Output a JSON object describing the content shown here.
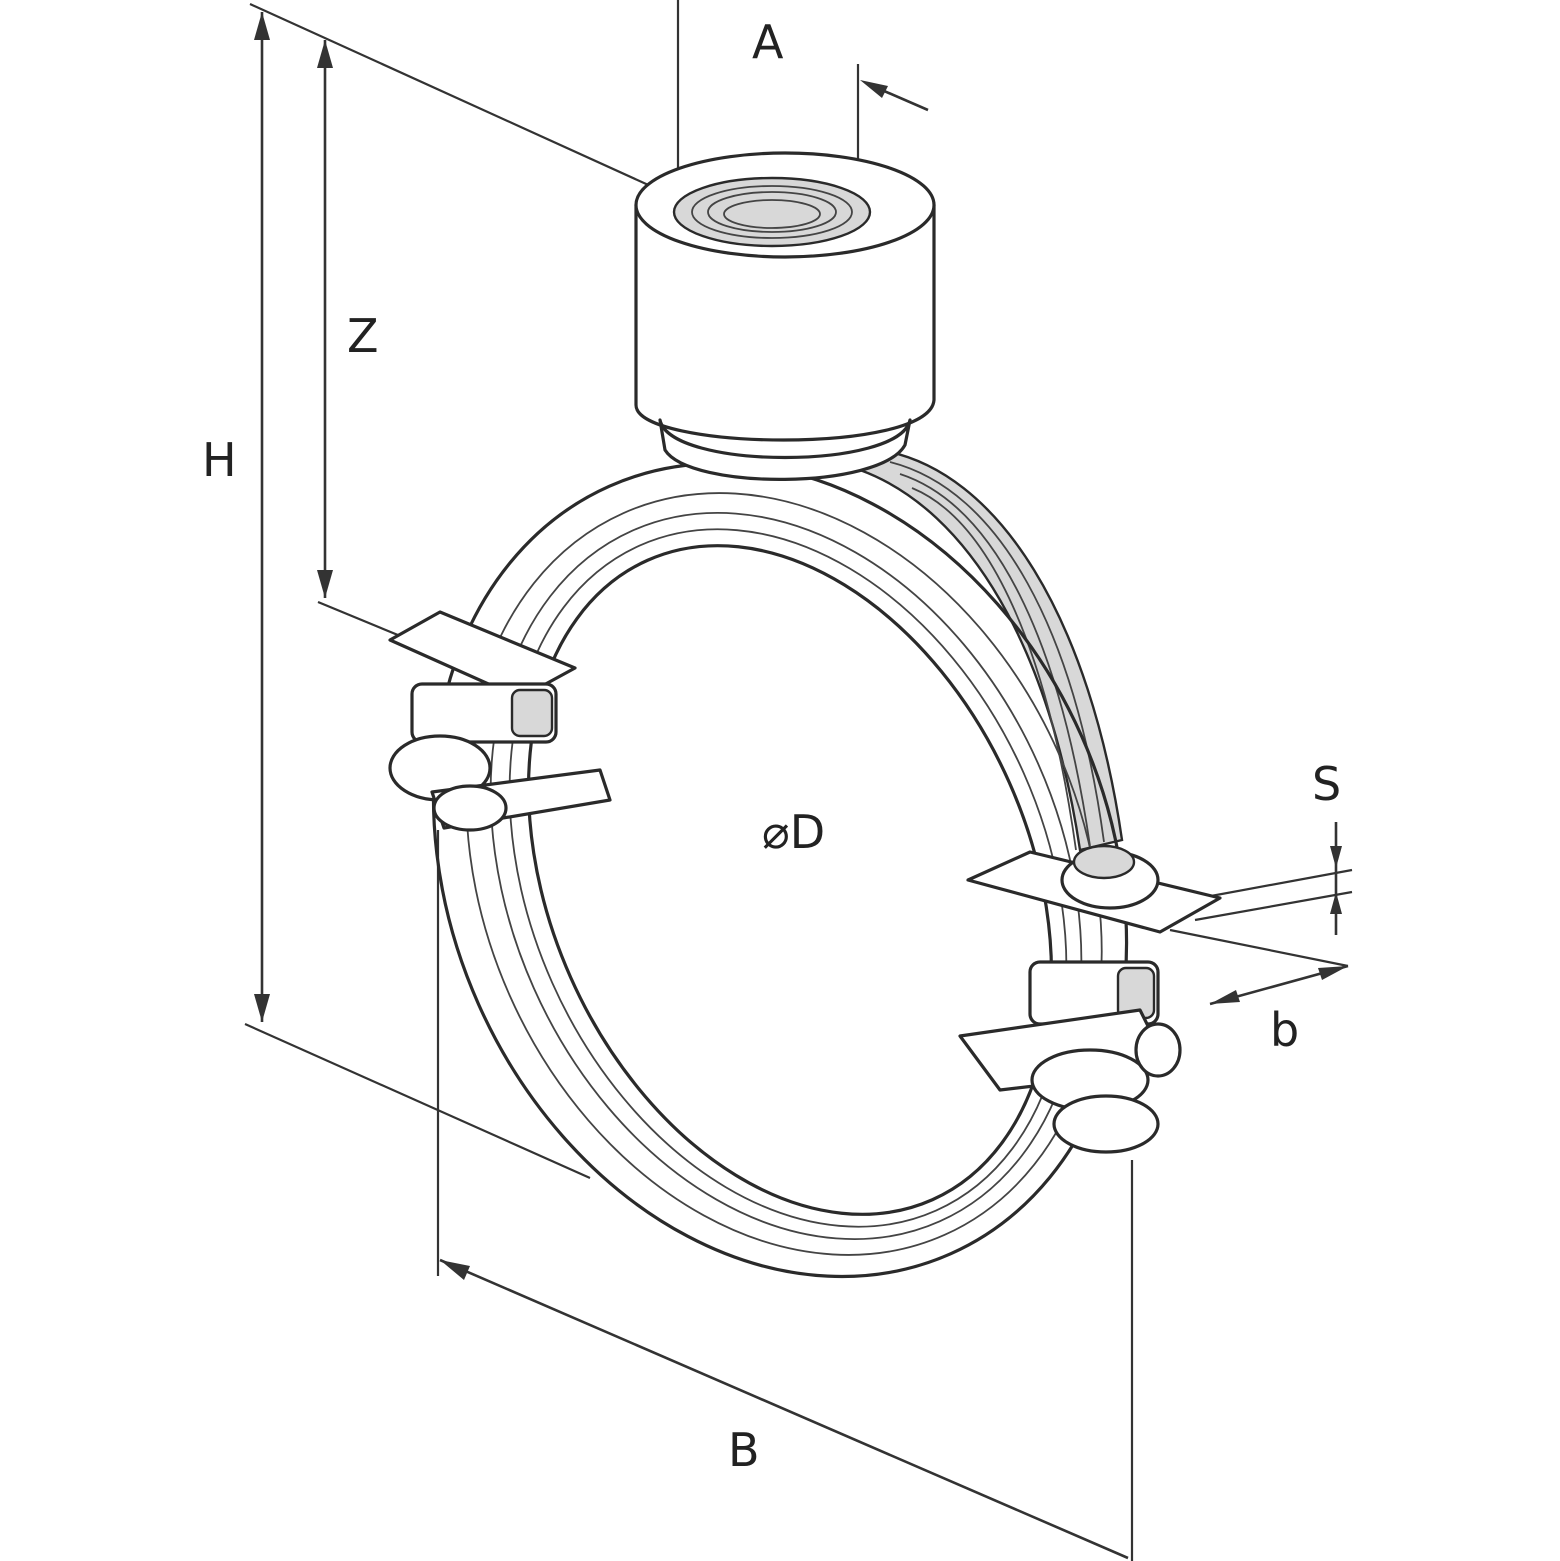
{
  "labels": {
    "A": "A",
    "Z": "Z",
    "H": "H",
    "D": "⌀D",
    "S": "S",
    "b": "b",
    "B": "B"
  },
  "colors": {
    "line": "#2a2a2a",
    "fill": "#ffffff",
    "shade": "#d8d8d8"
  }
}
